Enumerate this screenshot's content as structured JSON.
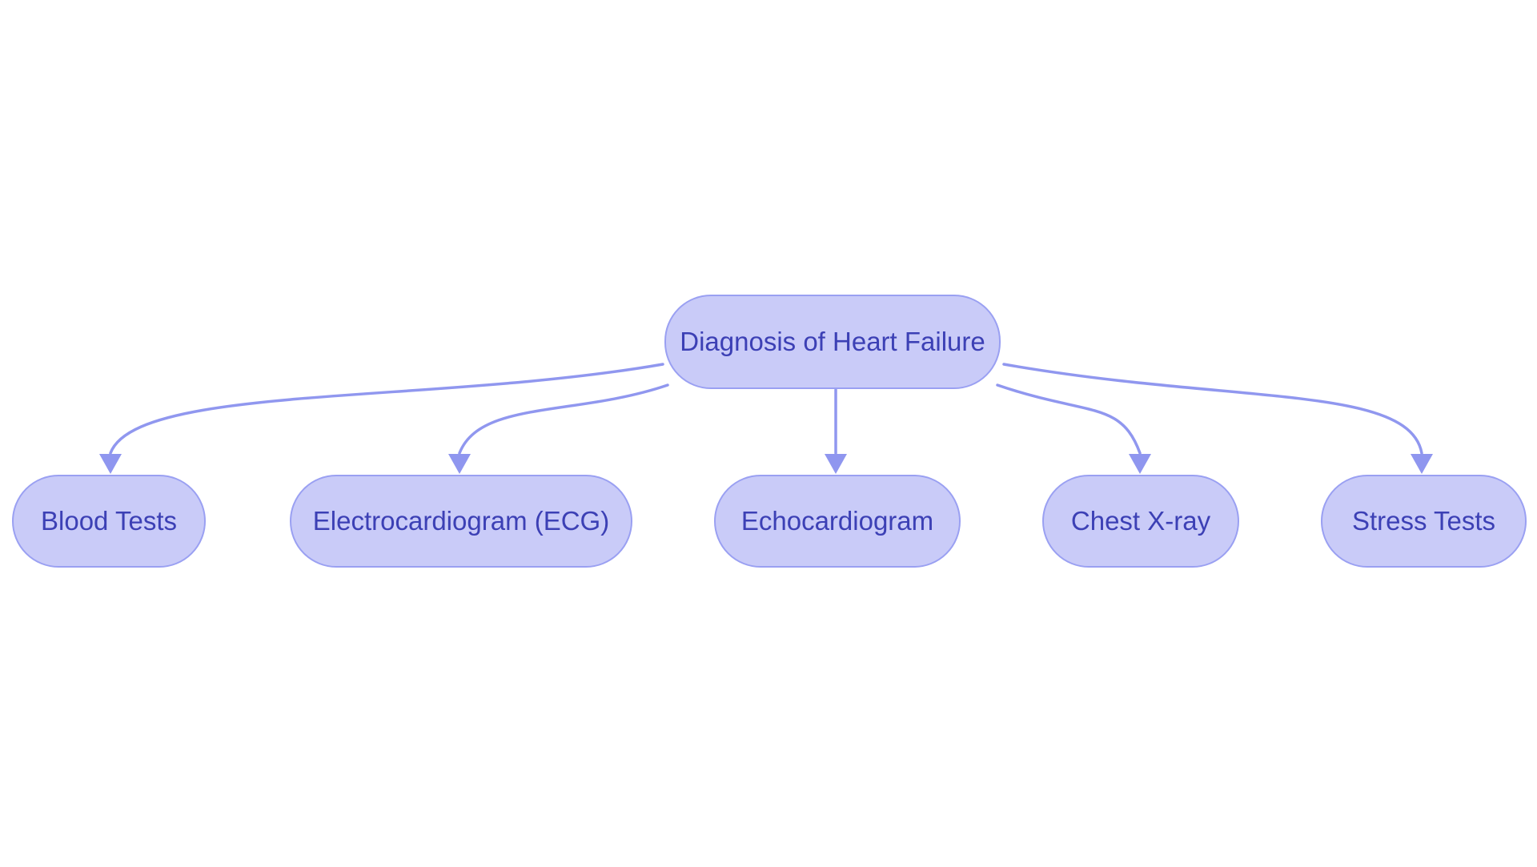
{
  "diagram": {
    "type": "flowchart",
    "orientation": "top-down",
    "background_color": "#ffffff",
    "colors": {
      "node_fill": "#c9cbf8",
      "node_border": "#9aa0f2",
      "edge_stroke": "#9097ef",
      "arrowhead_fill": "#8f96ef",
      "node_text": "#3c40b5"
    },
    "root": {
      "id": "diagnosis-of-heart-failure",
      "label": "Diagnosis of Heart Failure"
    },
    "children": [
      {
        "id": "blood-tests",
        "label": "Blood Tests"
      },
      {
        "id": "electrocardiogram-ecg",
        "label": "Electrocardiogram (ECG)"
      },
      {
        "id": "echocardiogram",
        "label": "Echocardiogram"
      },
      {
        "id": "chest-x-ray",
        "label": "Chest X-ray"
      },
      {
        "id": "stress-tests",
        "label": "Stress Tests"
      }
    ],
    "edges": [
      {
        "from": "Diagnosis of Heart Failure",
        "to": "Blood Tests"
      },
      {
        "from": "Diagnosis of Heart Failure",
        "to": "Electrocardiogram (ECG)"
      },
      {
        "from": "Diagnosis of Heart Failure",
        "to": "Echocardiogram"
      },
      {
        "from": "Diagnosis of Heart Failure",
        "to": "Chest X-ray"
      },
      {
        "from": "Diagnosis of Heart Failure",
        "to": "Stress Tests"
      }
    ]
  }
}
